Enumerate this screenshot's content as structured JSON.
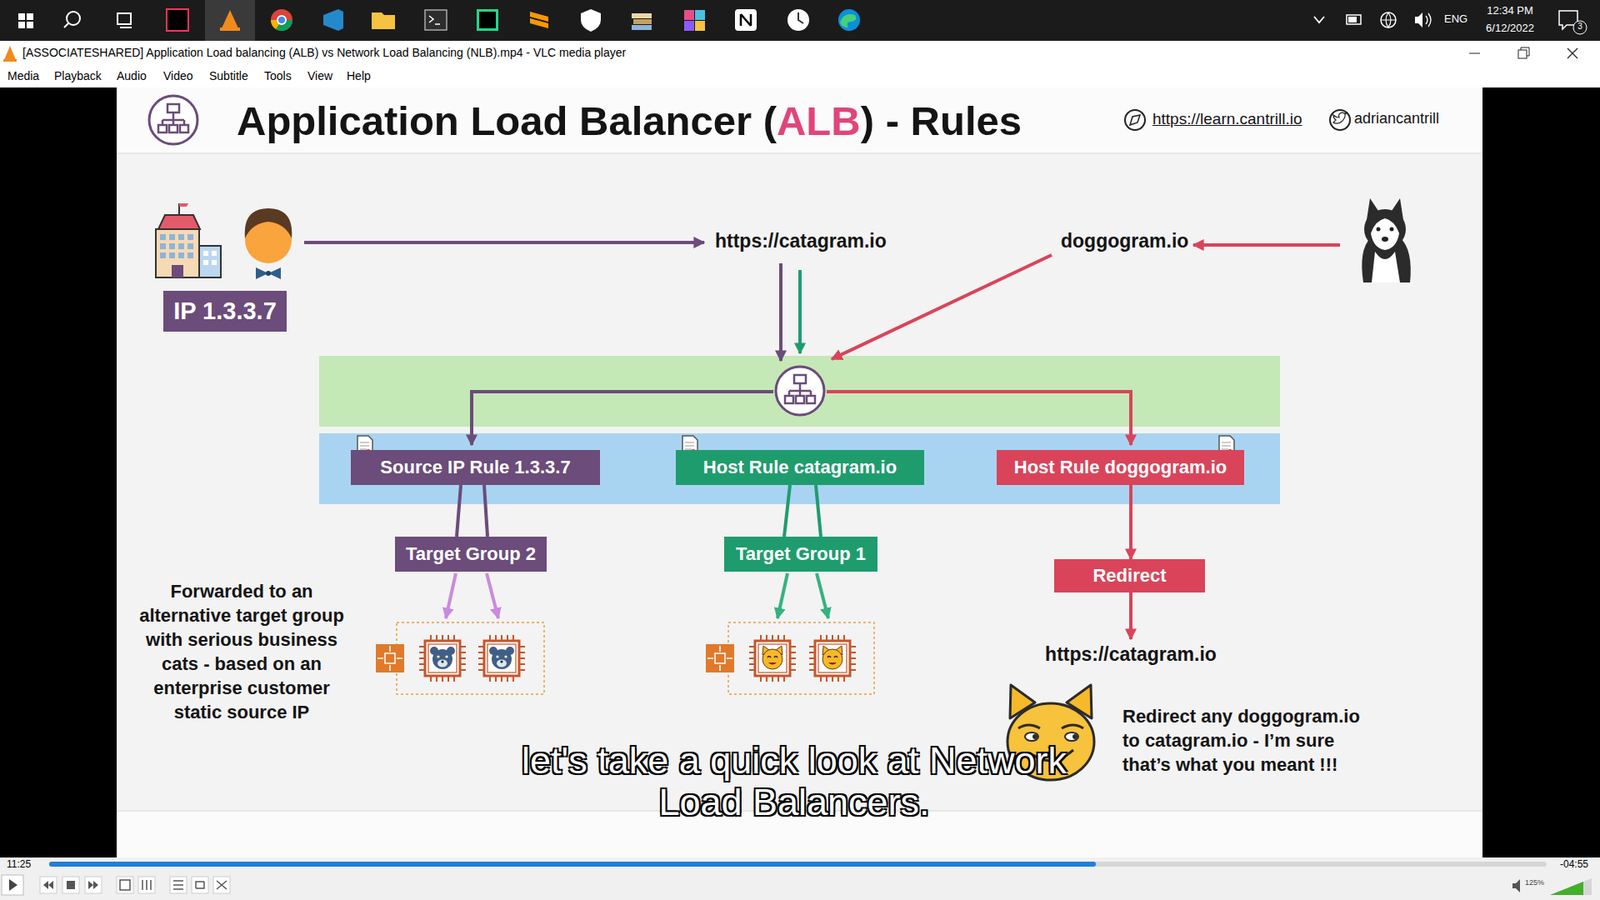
{
  "diagram": {
    "title": "Application Load Balancer (ALB) - Rules",
    "nodes": [
      {
        "text": [
          "IP 1.3.3.7"
        ]
      },
      {
        "text": [
          "https://catagram.io"
        ]
      },
      {
        "text": [
          "doggogram.io"
        ]
      },
      {
        "text": [
          "Source IP Rule 1.3.3.7"
        ]
      },
      {
        "text": [
          "Host Rule catagram.io"
        ]
      },
      {
        "text": [
          "Host Rule doggogram.io"
        ]
      },
      {
        "text": [
          "Target Group 2"
        ]
      },
      {
        "text": [
          "Target Group 1"
        ]
      },
      {
        "text": [
          "Redirect"
        ]
      },
      {
        "text": [
          "https://catagram.io"
        ]
      }
    ],
    "edges": [
      {
        "from": 3,
        "to": 6,
        "arrow": "none"
      },
      {
        "from": 3,
        "to": 6,
        "arrow": "none"
      },
      {
        "from": 4,
        "to": 7,
        "arrow": "none"
      },
      {
        "from": 4,
        "to": 7,
        "arrow": "none"
      },
      {
        "from": 5,
        "to": 8,
        "arrow": "to"
      },
      {
        "from": 8,
        "to": 9,
        "arrow": "to"
      }
    ],
    "labels": [
      "ENG",
      "12:34 PM",
      "6/12/2022",
      "3",
      "[ASSOCIATESHARED] Application Load balancing (ALB) vs Network Load Balancing (NLB).mp4 - VLC media player",
      "Media",
      "Playback",
      "Audio",
      "Video",
      "Subtitle",
      "Tools",
      "View",
      "Help",
      "https://learn.cantrill.io",
      "adriancantrill",
      "Forwarded to an alternative target group with serious business cats - based on an enterprise customer static source IP",
      "Redirect any doggogram.io to catagram.io - I’m sure that’s what you meant !!!",
      "let's take a quick look at Network Load Balancers.",
      "11:25",
      "-04:55",
      "125%"
    ]
  }
}
